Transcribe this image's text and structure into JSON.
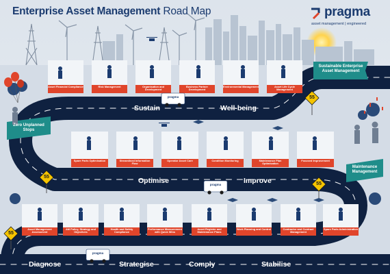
{
  "header": {
    "title_bold": "Enterprise Asset Management",
    "title_light": "Road Map"
  },
  "logo": {
    "word": "pragma",
    "tagline": "asset management | engineered"
  },
  "banners": {
    "sustainable": "Sustainable Enterprise Asset Management",
    "zero_stops": "Zero Unplanned Stops",
    "maintenance": "Maintenance Management"
  },
  "speed_sign": "55",
  "road_labels": {
    "sustain": "Sustain",
    "wellbeing": "Well-being",
    "optimise": "Optimise",
    "improve": "Improve",
    "diagnose": "Diagnose",
    "strategise": "Strategise",
    "comply": "Comply",
    "stabilise": "Stabilise"
  },
  "row_top": [
    "Asset Financial Compliance",
    "Risk Management",
    "Organisation and Development",
    "Business Partner Development",
    "Environmental Management",
    "Asset Life Cycle Management"
  ],
  "row_middle": [
    "Spare Parts Optimisation",
    "Streamlined Information Flow",
    "Operator Asset Care",
    "Condition Monitoring",
    "Maintenance Plan Optimisation",
    "Focused Improvement"
  ],
  "row_bottom": [
    "Asset Management Assessment",
    "AM Policy, Strategy and Objectives",
    "Health and Safety Compliance",
    "Performance Measurement with Quick Wins",
    "Asset Register and Maintenance Plans",
    "Work Planning and Control",
    "Contractor and Contract Management",
    "Spare Parts Administration"
  ],
  "van_brand": "pragma",
  "colors": {
    "navy": "#1b3b6f",
    "road": "#0f2140",
    "card_red": "#e0452b",
    "banner_teal": "#1f8d8a",
    "sign_yellow": "#f5c400",
    "sky": "#dfe6ee"
  }
}
